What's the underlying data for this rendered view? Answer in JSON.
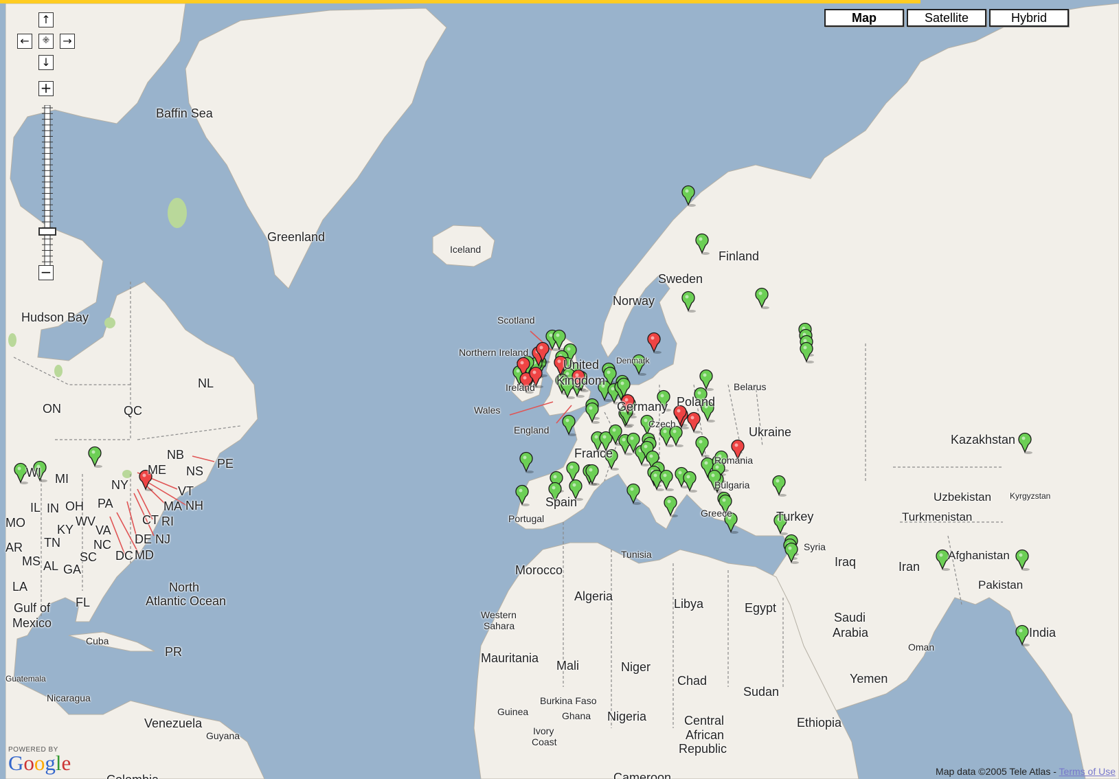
{
  "map_type_buttons": {
    "map": "Map",
    "satellite": "Satellite",
    "hybrid": "Hybrid",
    "active": "map"
  },
  "controls": {
    "pan_up": "↑",
    "pan_left": "←",
    "pan_center": "⁜",
    "pan_right": "→",
    "pan_down": "↓",
    "zoom_in": "+",
    "zoom_out": "−",
    "zoom_level_fraction": 0.79
  },
  "colors": {
    "water": "#99b3cc",
    "land": "#f2efe9",
    "park": "#b9d89a",
    "border": "#8b8b8b",
    "pin_green": "#6ccf55",
    "pin_red": "#ee4444",
    "leader": "#e05555",
    "brand_bar": "#ffcc22"
  },
  "labels": [
    {
      "text": "Baffin Sea"
    },
    {
      "text": "Greenland"
    },
    {
      "text": "Iceland"
    },
    {
      "text": "Hudson Bay"
    },
    {
      "text": "NL"
    },
    {
      "text": "ON"
    },
    {
      "text": "QC"
    },
    {
      "text": "NB"
    },
    {
      "text": "PE"
    },
    {
      "text": "NS"
    },
    {
      "text": "ME"
    },
    {
      "text": "VT"
    },
    {
      "text": "NH"
    },
    {
      "text": "MA"
    },
    {
      "text": "CT"
    },
    {
      "text": "RI"
    },
    {
      "text": "NJ"
    },
    {
      "text": "DE"
    },
    {
      "text": "MD"
    },
    {
      "text": "DC"
    },
    {
      "text": "NY"
    },
    {
      "text": "PA"
    },
    {
      "text": "MI"
    },
    {
      "text": "WI"
    },
    {
      "text": "IL"
    },
    {
      "text": "IN"
    },
    {
      "text": "OH"
    },
    {
      "text": "WV"
    },
    {
      "text": "VA"
    },
    {
      "text": "KY"
    },
    {
      "text": "MO"
    },
    {
      "text": "TN"
    },
    {
      "text": "NC"
    },
    {
      "text": "SC"
    },
    {
      "text": "AR"
    },
    {
      "text": "MS"
    },
    {
      "text": "AL"
    },
    {
      "text": "GA"
    },
    {
      "text": "LA"
    },
    {
      "text": "FL"
    },
    {
      "text": "Gulf of"
    },
    {
      "text": "Mexico"
    },
    {
      "text": "North"
    },
    {
      "text": "Atlantic Ocean"
    },
    {
      "text": "Cuba"
    },
    {
      "text": "PR"
    },
    {
      "text": "Guatemala"
    },
    {
      "text": "Nicaragua"
    },
    {
      "text": "Venezuela"
    },
    {
      "text": "Guyana"
    },
    {
      "text": "Colombia"
    },
    {
      "text": "Scotland"
    },
    {
      "text": "Northern Ireland"
    },
    {
      "text": "Wales"
    },
    {
      "text": "England"
    },
    {
      "text": "Ireland"
    },
    {
      "text": "United"
    },
    {
      "text": "Kingdom"
    },
    {
      "text": "Denmark"
    },
    {
      "text": "Norway"
    },
    {
      "text": "Sweden"
    },
    {
      "text": "Finland"
    },
    {
      "text": "Belarus"
    },
    {
      "text": "Poland"
    },
    {
      "text": "Germany"
    },
    {
      "text": "Czech"
    },
    {
      "text": "Ukraine"
    },
    {
      "text": "France"
    },
    {
      "text": "Romania"
    },
    {
      "text": "Bulgaria"
    },
    {
      "text": "Spain"
    },
    {
      "text": "Portugal"
    },
    {
      "text": "Greece"
    },
    {
      "text": "Turkey"
    },
    {
      "text": "Kazakhstan"
    },
    {
      "text": "Uzbekistan"
    },
    {
      "text": "Kyrgyzstan"
    },
    {
      "text": "Turkmenistan"
    },
    {
      "text": "Syria"
    },
    {
      "text": "Iraq"
    },
    {
      "text": "Iran"
    },
    {
      "text": "Afghanistan"
    },
    {
      "text": "Pakistan"
    },
    {
      "text": "India"
    },
    {
      "text": "Morocco"
    },
    {
      "text": "Algeria"
    },
    {
      "text": "Libya"
    },
    {
      "text": "Egypt"
    },
    {
      "text": "Tunisia"
    },
    {
      "text": "Western"
    },
    {
      "text": "Sahara"
    },
    {
      "text": "Saudi"
    },
    {
      "text": "Arabia"
    },
    {
      "text": "Oman"
    },
    {
      "text": "Yemen"
    },
    {
      "text": "Mauritania"
    },
    {
      "text": "Mali"
    },
    {
      "text": "Niger"
    },
    {
      "text": "Chad"
    },
    {
      "text": "Sudan"
    },
    {
      "text": "Burkina Faso"
    },
    {
      "text": "Guinea"
    },
    {
      "text": "Ghana"
    },
    {
      "text": "Nigeria"
    },
    {
      "text": "Ivory"
    },
    {
      "text": "Coast"
    },
    {
      "text": "Central"
    },
    {
      "text": "African"
    },
    {
      "text": "Cameroon"
    },
    {
      "text": "Republic"
    },
    {
      "text": "Ethiopia"
    }
  ],
  "markers": {
    "green_count": 96,
    "red_count": 14
  },
  "attribution": {
    "prefix": "Map data ©2005 Tele Atlas - ",
    "terms": "Terms of Use"
  },
  "logo": {
    "powered_by": "POWERED BY",
    "letters": [
      "G",
      "o",
      "o",
      "g",
      "l",
      "e"
    ],
    "letter_colors": [
      "#3366cc",
      "#cc3333",
      "#ffaa00",
      "#3366cc",
      "#339933",
      "#cc3333"
    ]
  }
}
